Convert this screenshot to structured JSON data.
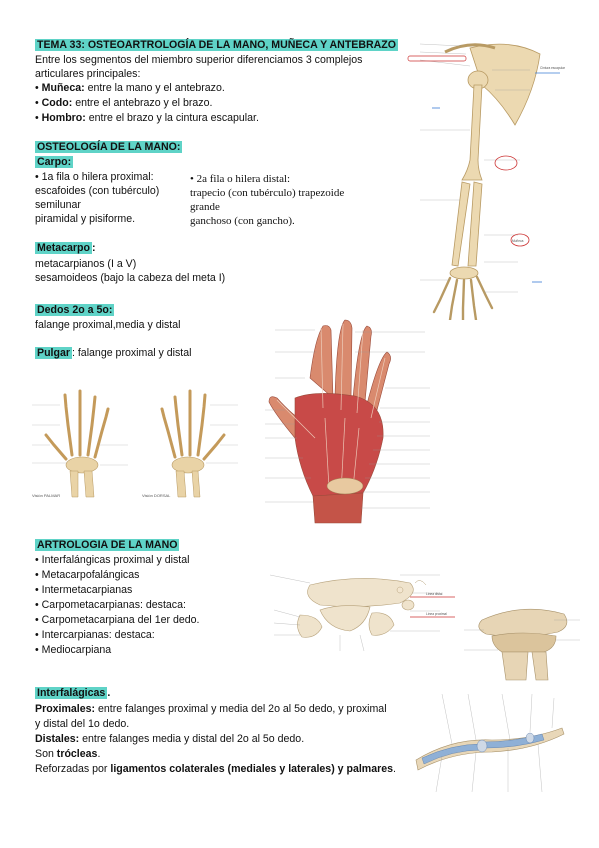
{
  "title": "TEMA 33: OSTEOARTROLOGÍA DE LA MANO, MUÑECA Y ANTEBRAZO",
  "intro": {
    "line1": "Entre los segmentos del miembro superior diferenciamos 3 complejos",
    "line2": "articulares principales:",
    "items": [
      {
        "bold": "Muñeca:",
        "text": " entre la mano y el antebrazo."
      },
      {
        "bold": "Codo:",
        "text": " entre el antebrazo y el brazo."
      },
      {
        "bold": "Hombro:",
        "text": " entre el brazo y la cintura escapular."
      }
    ]
  },
  "osteo": {
    "heading": "OSTEOLOGÍA DE LA MANO:",
    "carpo": {
      "heading": "Carpo:",
      "left": [
        "• 1a fila o hilera proximal:",
        "escafoides (con tubérculo)",
        "semilunar",
        "piramidal y pisiforme."
      ],
      "right": [
        "• 2a fila o hilera distal:",
        "trapecio (con tubérculo) trapezoide",
        "grande",
        "ganchoso (con gancho)."
      ]
    },
    "metacarpo": {
      "heading": "Metacarpo",
      "colon": ":",
      "lines": [
        "metacarpianos (I a V)",
        "sesamoideos (bajo la cabeza del meta I)"
      ]
    },
    "dedos": {
      "heading": "Dedos 2o a 5o:",
      "line": "falange proximal,media y distal"
    },
    "pulgar": {
      "heading": "Pulgar",
      "text": ": falange proximal y distal"
    }
  },
  "artro": {
    "heading": "ARTROLOGIA DE LA MANO",
    "items": [
      "Interfalángicas proximal y distal",
      "Metacarpofalángicas",
      "Intermetacarpianas",
      "Carpometacarpianas: destaca:",
      "Carpometacarpiana del 1er dedo.",
      "Intercarpianas: destaca:",
      "Mediocarpiana"
    ]
  },
  "interfal": {
    "heading": "Interfalágicas",
    "heading_dot": ".",
    "proximales": {
      "bold": "Proximales:",
      "text": " entre falanges proximal y media del 2o al 5o dedo, y proximal"
    },
    "proximales2": "y distal del 1o dedo.",
    "distales": {
      "bold": "Distales:",
      "text": " entre falanges media y distal del 2o al 5o dedo."
    },
    "son": {
      "pre": "Son ",
      "bold": "trócleas",
      "post": "."
    },
    "reforzadas": {
      "pre": "Reforzadas por ",
      "bold": "ligamentos colaterales (mediales y laterales) y palmares",
      "post": "."
    }
  },
  "figures": {
    "palmar_caption": "Visión PALMAR",
    "dorsal_caption": "Visión DORSAL",
    "arm_label": "Cintura escapular",
    "arm_label2": "Muñeca",
    "wrist_label1": "Línea distal",
    "wrist_label2": "Línea proximal"
  },
  "colors": {
    "highlight": "#5fd3c7",
    "bone": "#e9d3a6",
    "muscle": "#c9434a"
  }
}
